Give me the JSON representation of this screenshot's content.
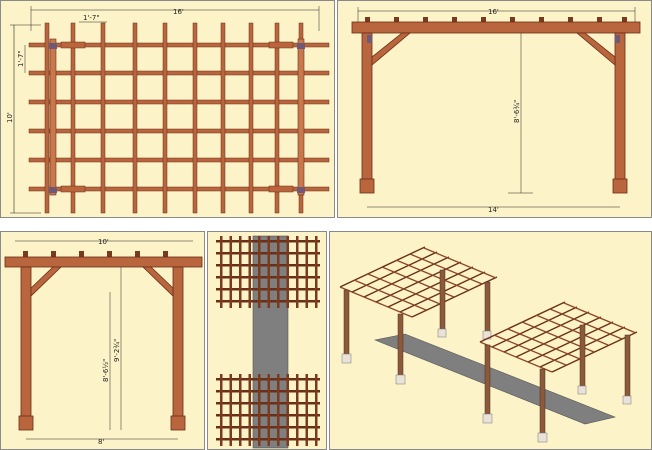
{
  "plan_view": {
    "overall_width": "16'",
    "overall_depth": "10'",
    "top_spacing": "1'-7\"",
    "left_spacing": "1'-7\""
  },
  "long_elevation": {
    "overall_width": "16'",
    "post_span": "14'",
    "clear_height": "8'-6¾\""
  },
  "side_elevation": {
    "overall_width": "10'",
    "post_span": "8'",
    "clear_height_a": "8'-6½\"",
    "clear_height_b": "9'-2¾\""
  },
  "colors": {
    "panel_bg": "#fcf4c8",
    "wood": "#b9653e",
    "wood_dark": "#7a3a1e",
    "bracket_purple": "#6e5a78",
    "concrete": "#7f7f7f"
  }
}
